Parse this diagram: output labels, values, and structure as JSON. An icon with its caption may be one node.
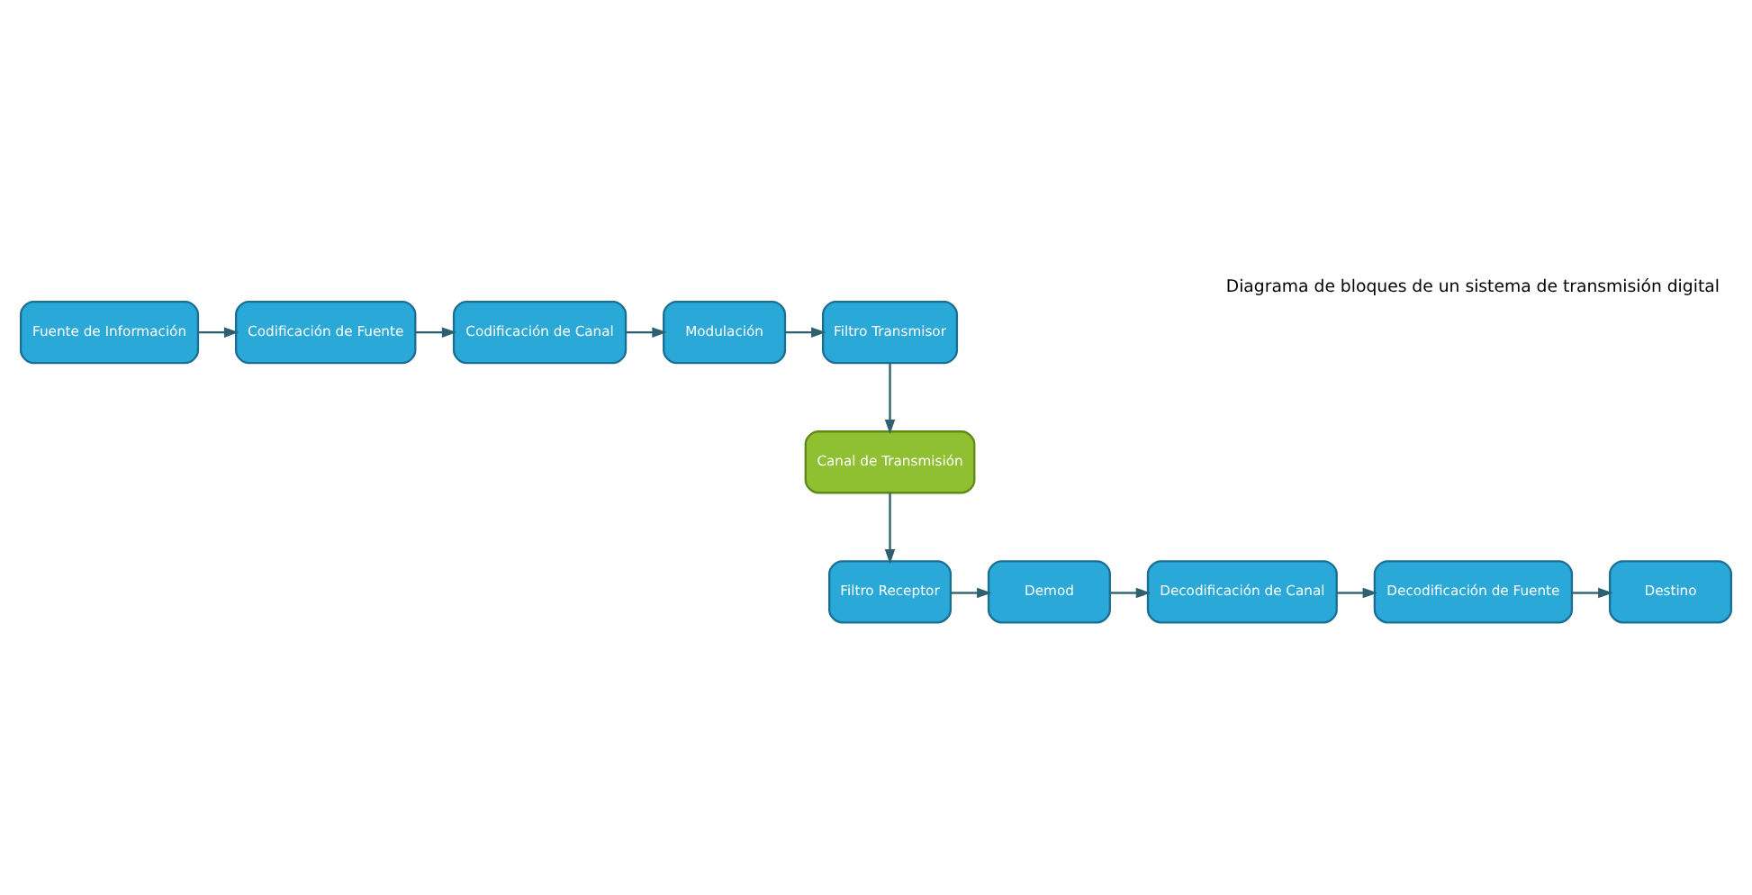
{
  "diagram": {
    "title": "Diagrama de bloques de un sistema de transmisión digital",
    "nodes": [
      {
        "text": [
          "Fuente de Información"
        ]
      },
      {
        "text": [
          "Codificación de Fuente"
        ]
      },
      {
        "text": [
          "Codificación de Canal"
        ]
      },
      {
        "text": [
          "Modulación"
        ]
      },
      {
        "text": [
          "Filtro Transmisor"
        ]
      },
      {
        "text": [
          "Canal de Transmisión"
        ]
      },
      {
        "text": [
          "Filtro Receptor"
        ]
      },
      {
        "text": [
          "Demod"
        ]
      },
      {
        "text": [
          "Decodificación de Canal"
        ]
      },
      {
        "text": [
          "Decodificación de Fuente"
        ]
      },
      {
        "text": [
          "Destino"
        ]
      }
    ],
    "edges": [
      {
        "from": 0,
        "to": 1,
        "arrow": "to"
      },
      {
        "from": 1,
        "to": 2,
        "arrow": "to"
      },
      {
        "from": 2,
        "to": 3,
        "arrow": "to"
      },
      {
        "from": 3,
        "to": 4,
        "arrow": "to"
      },
      {
        "from": 4,
        "to": 5,
        "arrow": "to"
      },
      {
        "from": 5,
        "to": 6,
        "arrow": "to"
      },
      {
        "from": 6,
        "to": 7,
        "arrow": "to"
      },
      {
        "from": 7,
        "to": 8,
        "arrow": "to"
      },
      {
        "from": 8,
        "to": 9,
        "arrow": "to"
      },
      {
        "from": 9,
        "to": 10,
        "arrow": "to"
      }
    ]
  }
}
